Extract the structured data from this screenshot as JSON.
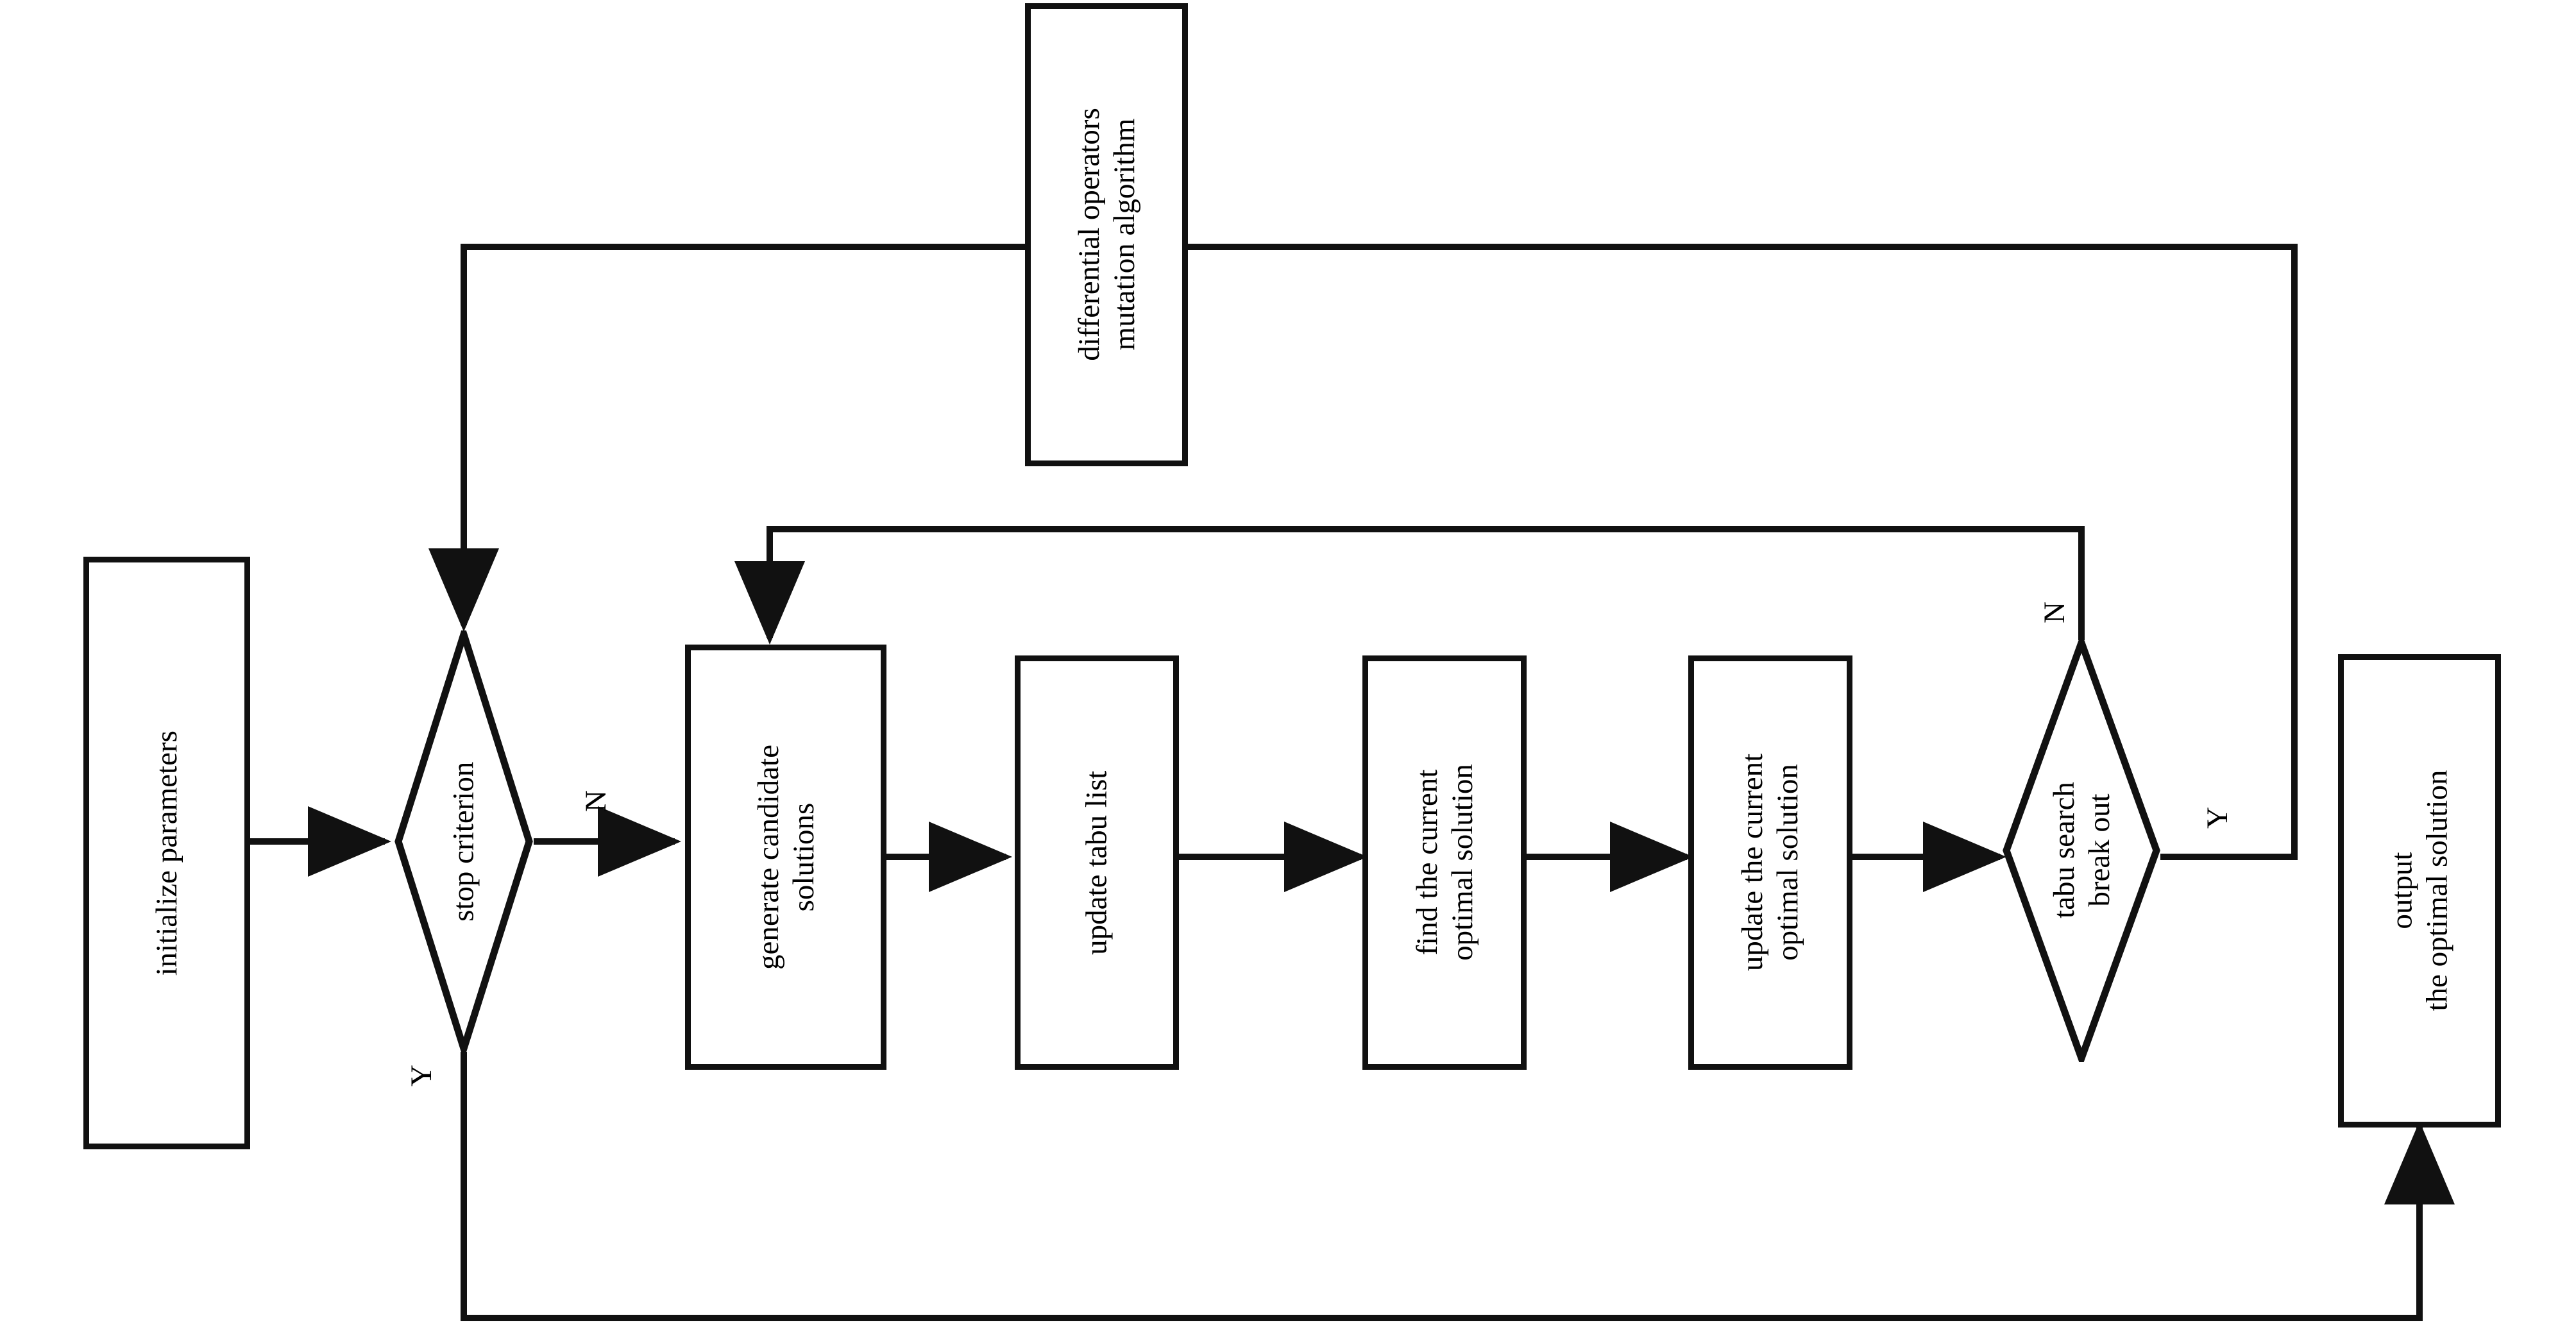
{
  "diagram": {
    "title": "Hybrid differential-evolution tabu search algorithm flowchart",
    "orientation": "text rotated 90 degrees counter-clockwise",
    "line_color": "#111111",
    "fill_color": "#ffffff",
    "text_color": "#000000"
  },
  "nodes": {
    "initialize": {
      "shape": "process",
      "line1": "initialize parameters"
    },
    "stop_criterion": {
      "shape": "decision",
      "line1": "stop criterion"
    },
    "generate": {
      "shape": "process",
      "line1": "generate candidate",
      "line2": "solutions"
    },
    "update_tabu": {
      "shape": "process",
      "line1": "update tabu list"
    },
    "find_current": {
      "shape": "process",
      "line1": "find the current",
      "line2": "optimal solution"
    },
    "update_current": {
      "shape": "process",
      "line1": "update the current",
      "line2": "optimal solution"
    },
    "tabu_break": {
      "shape": "decision",
      "line1": "tabu search",
      "line2": "break out"
    },
    "mutation": {
      "shape": "process",
      "line1": "differential operators",
      "line2": "mutation algorithm"
    },
    "output": {
      "shape": "process",
      "line1": "output",
      "line2": "the optimal solution"
    }
  },
  "edge_labels": {
    "stop_no": "N",
    "stop_yes": "Y",
    "tabu_no": "N",
    "tabu_yes": "Y"
  }
}
